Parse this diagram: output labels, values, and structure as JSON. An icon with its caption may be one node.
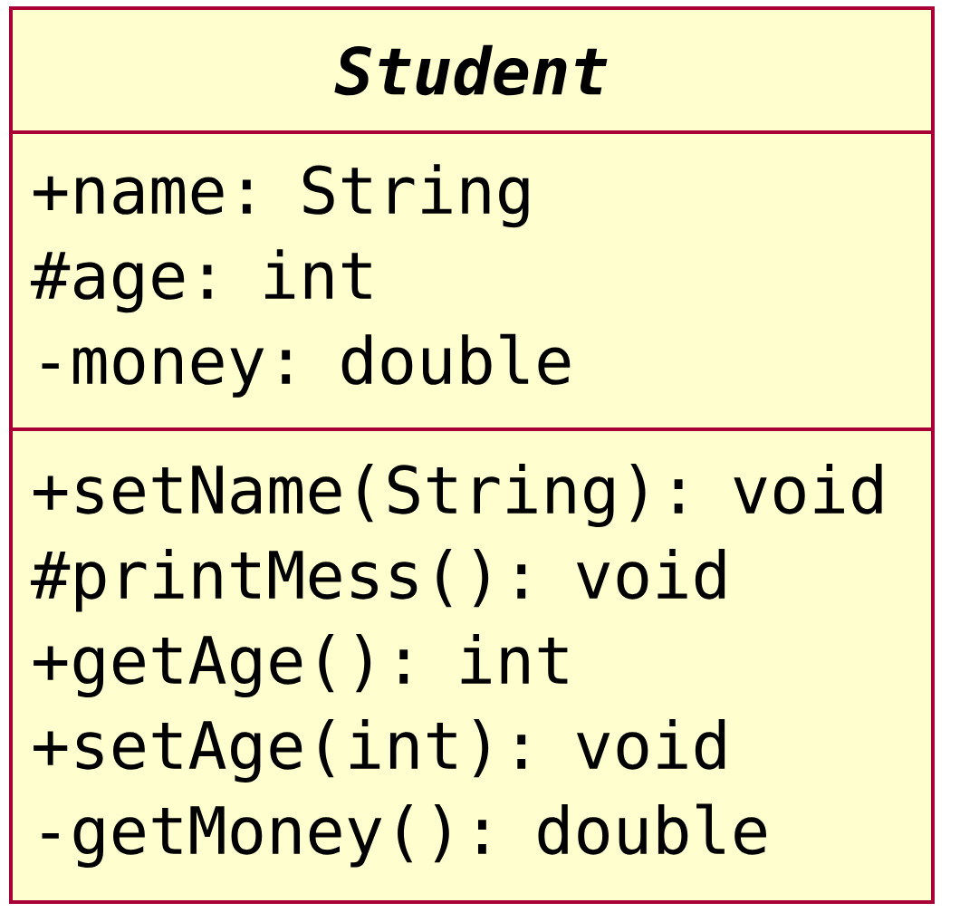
{
  "diagram": {
    "nodes": [
      {
        "text": [
          "Student"
        ]
      },
      {
        "text": [
          "+name: String",
          "#age: int",
          "-money: double"
        ]
      },
      {
        "text": [
          "+setName(String): void",
          "#printMess(): void",
          "+getAge(): int",
          "+setAge(int): void",
          "-getMoney(): double"
        ]
      }
    ]
  }
}
